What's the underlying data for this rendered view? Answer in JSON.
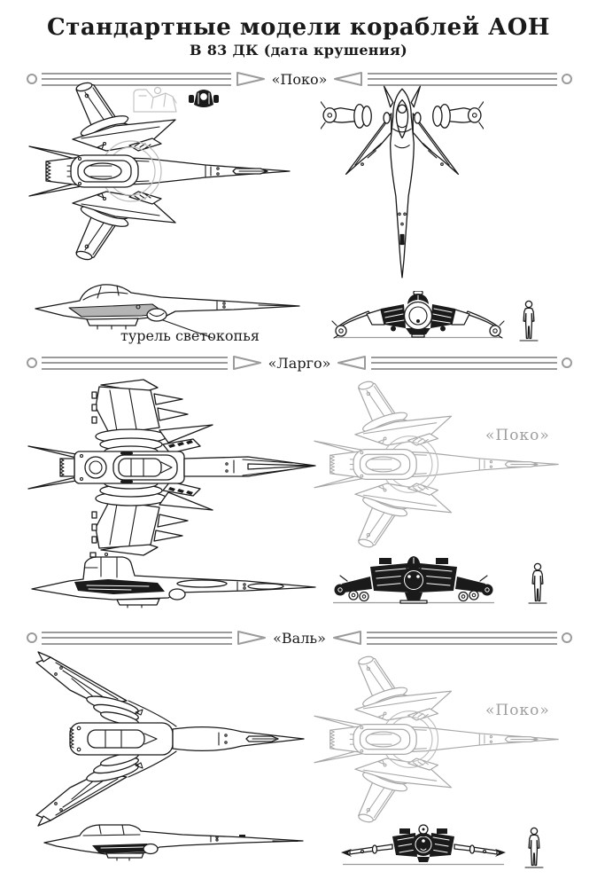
{
  "header": {
    "title": "Стандартные модели кораблей АОН",
    "subtitle": "В 83 ДК (дата крушения)"
  },
  "sections": [
    {
      "id": "poko",
      "label": "«Поко»",
      "views": [
        "top",
        "top-vertical",
        "side",
        "front"
      ],
      "annotation": "турель светокопья"
    },
    {
      "id": "largo",
      "label": "«Ларго»",
      "views": [
        "top",
        "side",
        "front"
      ],
      "comparison_label": "«Поко»"
    },
    {
      "id": "val",
      "label": "«Валь»",
      "views": [
        "top",
        "side",
        "front"
      ],
      "comparison_label": "«Поко»"
    }
  ],
  "icons": {
    "divider_end": "circle-outline",
    "divider_arrow_right": "triangle-right-outline",
    "divider_arrow_left": "triangle-left-outline",
    "scale_reference": "human-silhouette",
    "cockpit_detail": "cockpit-seat-sketch",
    "pilot_detail": "pilot-top-view"
  },
  "colors": {
    "ink": "#1a1a1a",
    "divider": "#9b9b9b",
    "comparison_ship": "#a8a8a8",
    "comparison_label": "#9e9e9e",
    "wing_shade": "#b5b5b5",
    "background": "#ffffff"
  }
}
